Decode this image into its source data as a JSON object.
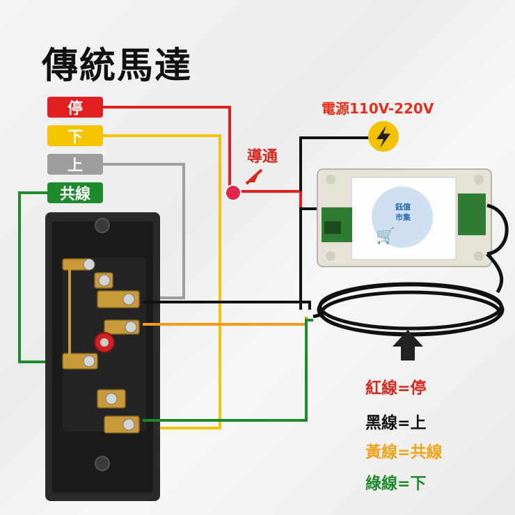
{
  "title": "傳統馬達",
  "labels": {
    "stop": "停",
    "down": "下",
    "up": "上",
    "common": "共線"
  },
  "power_label": "電源110V-220V",
  "conduct_label": "導通",
  "module_badge": {
    "line1": "鈺億",
    "line2": "市集"
  },
  "legend": [
    {
      "wire": "紅線",
      "equals": "=",
      "meaning": "停",
      "color": "#d7281e"
    },
    {
      "wire": "黑線",
      "equals": "=",
      "meaning": "上",
      "color": "#111111"
    },
    {
      "wire": "黃線",
      "equals": "=",
      "meaning": "共線",
      "color": "#f0a418"
    },
    {
      "wire": "綠線",
      "equals": "=",
      "meaning": "下",
      "color": "#1f8a2a"
    }
  ],
  "colors": {
    "red": "#e02020",
    "yellow": "#f5c400",
    "gray": "#9e9e9e",
    "green": "#1d8a2b",
    "black": "#111111",
    "orange": "#f39a1d"
  },
  "icons": [
    "lightning-icon",
    "arrow-up-icon",
    "shopping-cart-icon"
  ]
}
